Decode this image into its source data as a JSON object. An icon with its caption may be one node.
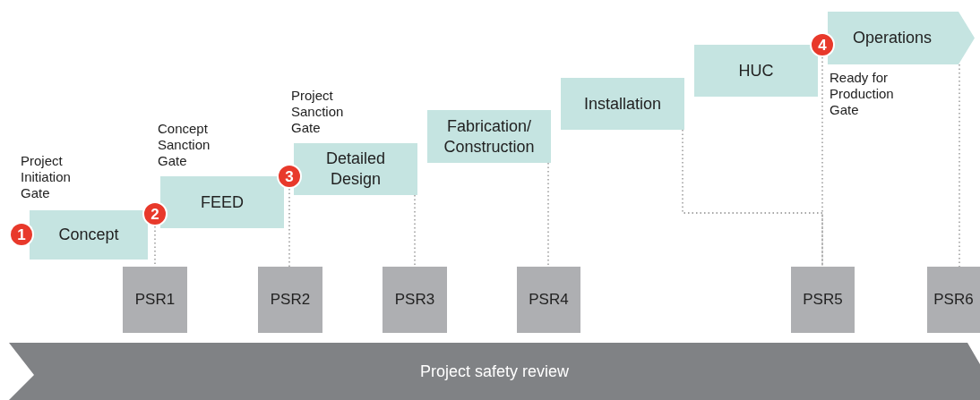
{
  "diagram": {
    "nodes": [
      {
        "text": [
          "1"
        ]
      },
      {
        "text": [
          "Concept"
        ]
      },
      {
        "text": [
          "2"
        ]
      },
      {
        "text": [
          "FEED"
        ]
      },
      {
        "text": [
          "3"
        ]
      },
      {
        "text": [
          "Detailed Design"
        ]
      },
      {
        "text": [
          "Fabrication/ Construction"
        ]
      },
      {
        "text": [
          "Installation"
        ]
      },
      {
        "text": [
          "HUC"
        ]
      },
      {
        "text": [
          "4"
        ]
      },
      {
        "text": [
          "Operations"
        ]
      },
      {
        "text": [
          "PSR1"
        ]
      },
      {
        "text": [
          "PSR2"
        ]
      },
      {
        "text": [
          "PSR3"
        ]
      },
      {
        "text": [
          "PSR4"
        ]
      },
      {
        "text": [
          "PSR5"
        ]
      },
      {
        "text": [
          "PSR6"
        ]
      },
      {
        "text": [
          "Project safety review"
        ]
      }
    ],
    "edges": [
      {
        "from": 2,
        "to": 11,
        "arrow": "none",
        "style": "dashed"
      },
      {
        "from": 4,
        "to": 12,
        "arrow": "none",
        "style": "dashed"
      },
      {
        "from": 5,
        "to": 13,
        "arrow": "none",
        "style": "dashed"
      },
      {
        "from": 6,
        "to": 14,
        "arrow": "none",
        "style": "dashed"
      },
      {
        "from": 7,
        "to": 15,
        "arrow": "none",
        "style": "dashed"
      },
      {
        "from": 9,
        "to": 15,
        "arrow": "none",
        "style": "dashed"
      },
      {
        "from": 10,
        "to": 16,
        "arrow": "none",
        "style": "dashed"
      }
    ],
    "labels": [
      "Project Initiation Gate",
      "Concept Sanction Gate",
      "Project Sanction Gate",
      "Ready for Production Gate"
    ]
  }
}
